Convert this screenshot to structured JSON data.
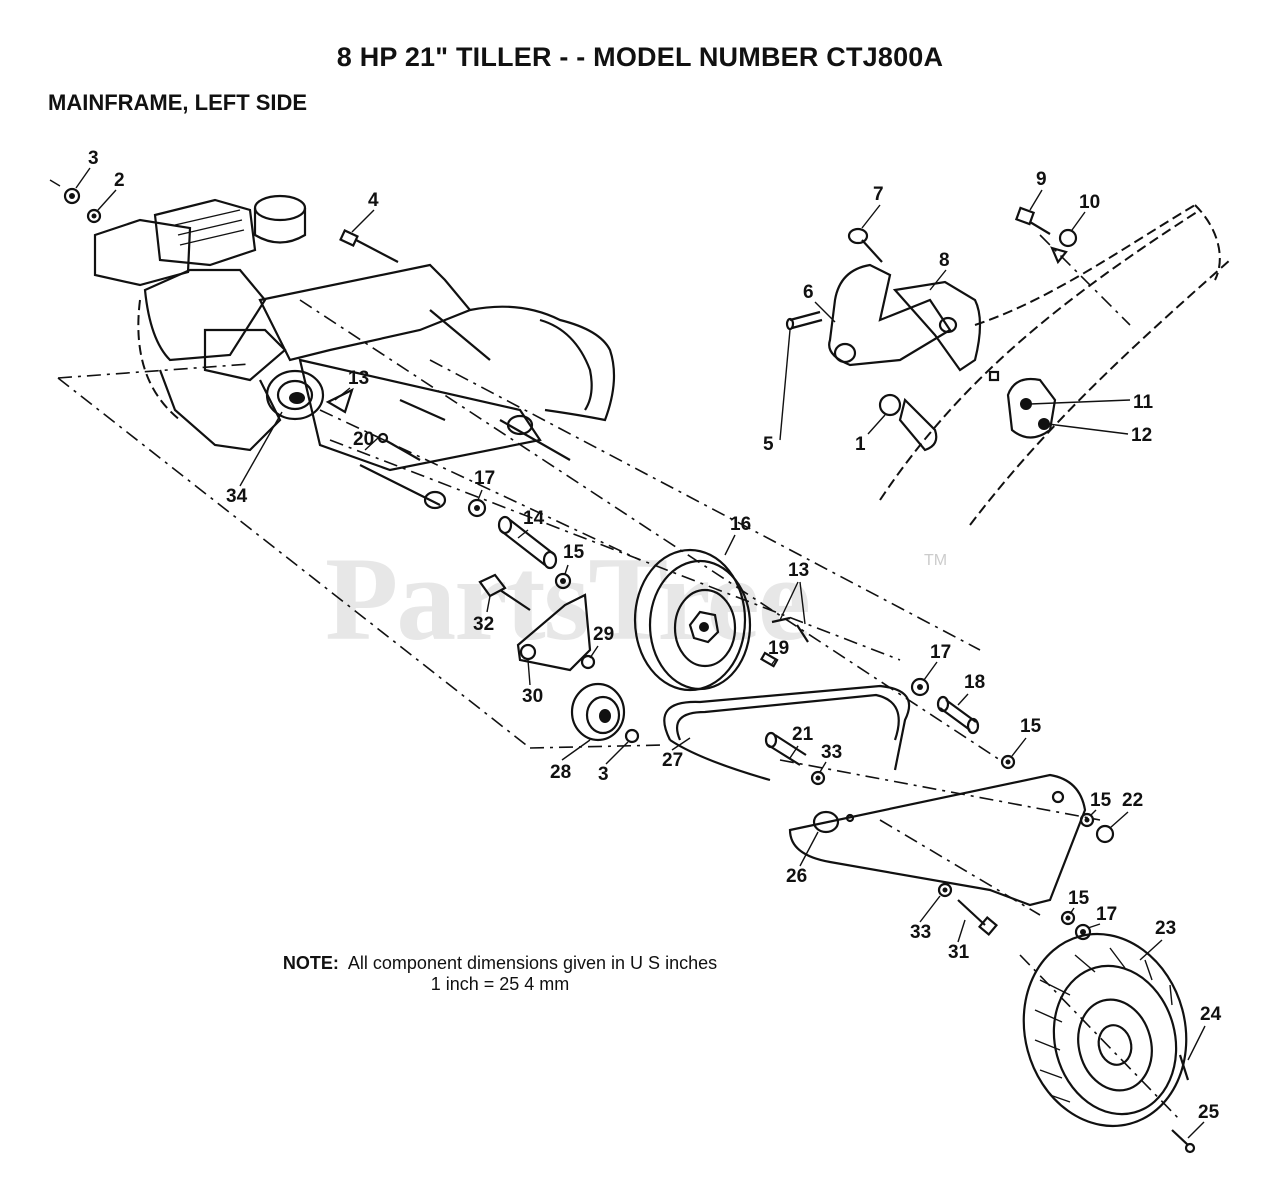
{
  "header": {
    "title": "8 HP 21\" TILLER - - MODEL NUMBER CTJ800A",
    "subtitle": "MAINFRAME, LEFT SIDE"
  },
  "note": {
    "label": "NOTE:",
    "line1": "All component dimensions given in U S  inches",
    "line2": "1 inch = 25 4 mm"
  },
  "watermark": {
    "text": "PartsTree",
    "tm": "TM"
  },
  "callouts": {
    "c1": "1",
    "c2": "2",
    "c3a": "3",
    "c3b": "3",
    "c4": "4",
    "c5": "5",
    "c6": "6",
    "c7": "7",
    "c8": "8",
    "c9": "9",
    "c10": "10",
    "c11": "11",
    "c12": "12",
    "c13a": "13",
    "c13b": "13",
    "c14": "14",
    "c15a": "15",
    "c15b": "15",
    "c15c": "15",
    "c15d": "15",
    "c16": "16",
    "c17a": "17",
    "c17b": "17",
    "c17c": "17",
    "c18": "18",
    "c19": "19",
    "c20": "20",
    "c21": "21",
    "c22": "22",
    "c23": "23",
    "c24": "24",
    "c25": "25",
    "c26": "26",
    "c27": "27",
    "c28": "28",
    "c29": "29",
    "c30": "30",
    "c31": "31",
    "c32": "32",
    "c33a": "33",
    "c33b": "33",
    "c34": "34"
  }
}
